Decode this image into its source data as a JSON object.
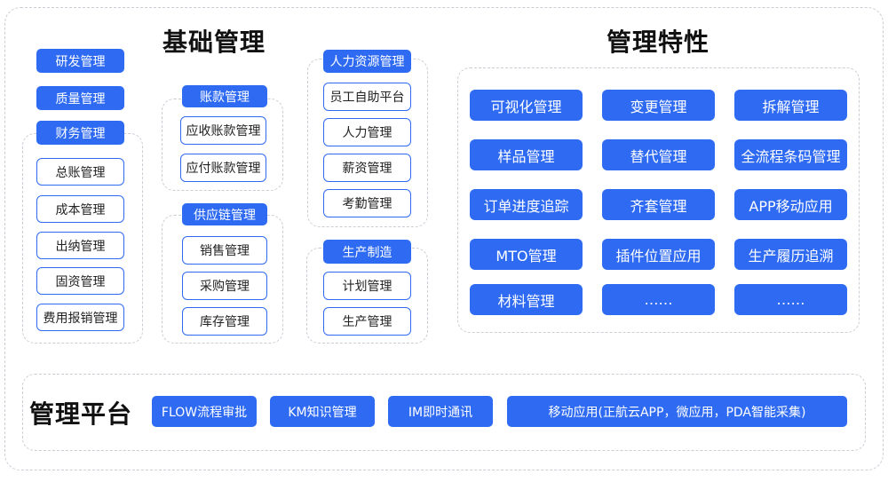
{
  "sections": {
    "basic_title": "基础管理",
    "features_title": "管理特性",
    "platform_title": "管理平台"
  },
  "basic": {
    "rd": "研发管理",
    "quality": "质量管理",
    "finance": {
      "label": "财务管理",
      "items": [
        "总账管理",
        "成本管理",
        "出纳管理",
        "固资管理",
        "费用报销管理"
      ]
    },
    "accounts": {
      "label": "账款管理",
      "items": [
        "应收账款管理",
        "应付账款管理"
      ]
    },
    "supply": {
      "label": "供应链管理",
      "items": [
        "销售管理",
        "采购管理",
        "库存管理"
      ]
    },
    "hr": {
      "label": "人力资源管理",
      "items": [
        "员工自助平台",
        "人力管理",
        "薪资管理",
        "考勤管理"
      ]
    },
    "production": {
      "label": "生产制造",
      "items": [
        "计划管理",
        "生产管理"
      ]
    }
  },
  "features": [
    [
      "可视化管理",
      "变更管理",
      "拆解管理"
    ],
    [
      "样品管理",
      "替代管理",
      "全流程条码管理"
    ],
    [
      "订单进度追踪",
      "齐套管理",
      "APP移动应用"
    ],
    [
      "MTO管理",
      "插件位置应用",
      "生产履历追溯"
    ],
    [
      "材料管理",
      "……",
      "……"
    ]
  ],
  "platform": [
    "FLOW流程审批",
    "KM知识管理",
    "IM即时通讯",
    "移动应用(正航云APP，微应用，PDA智能采集)"
  ],
  "colors": {
    "accent": "#2f6bf2",
    "dashed_border": "#c9cdd4"
  }
}
